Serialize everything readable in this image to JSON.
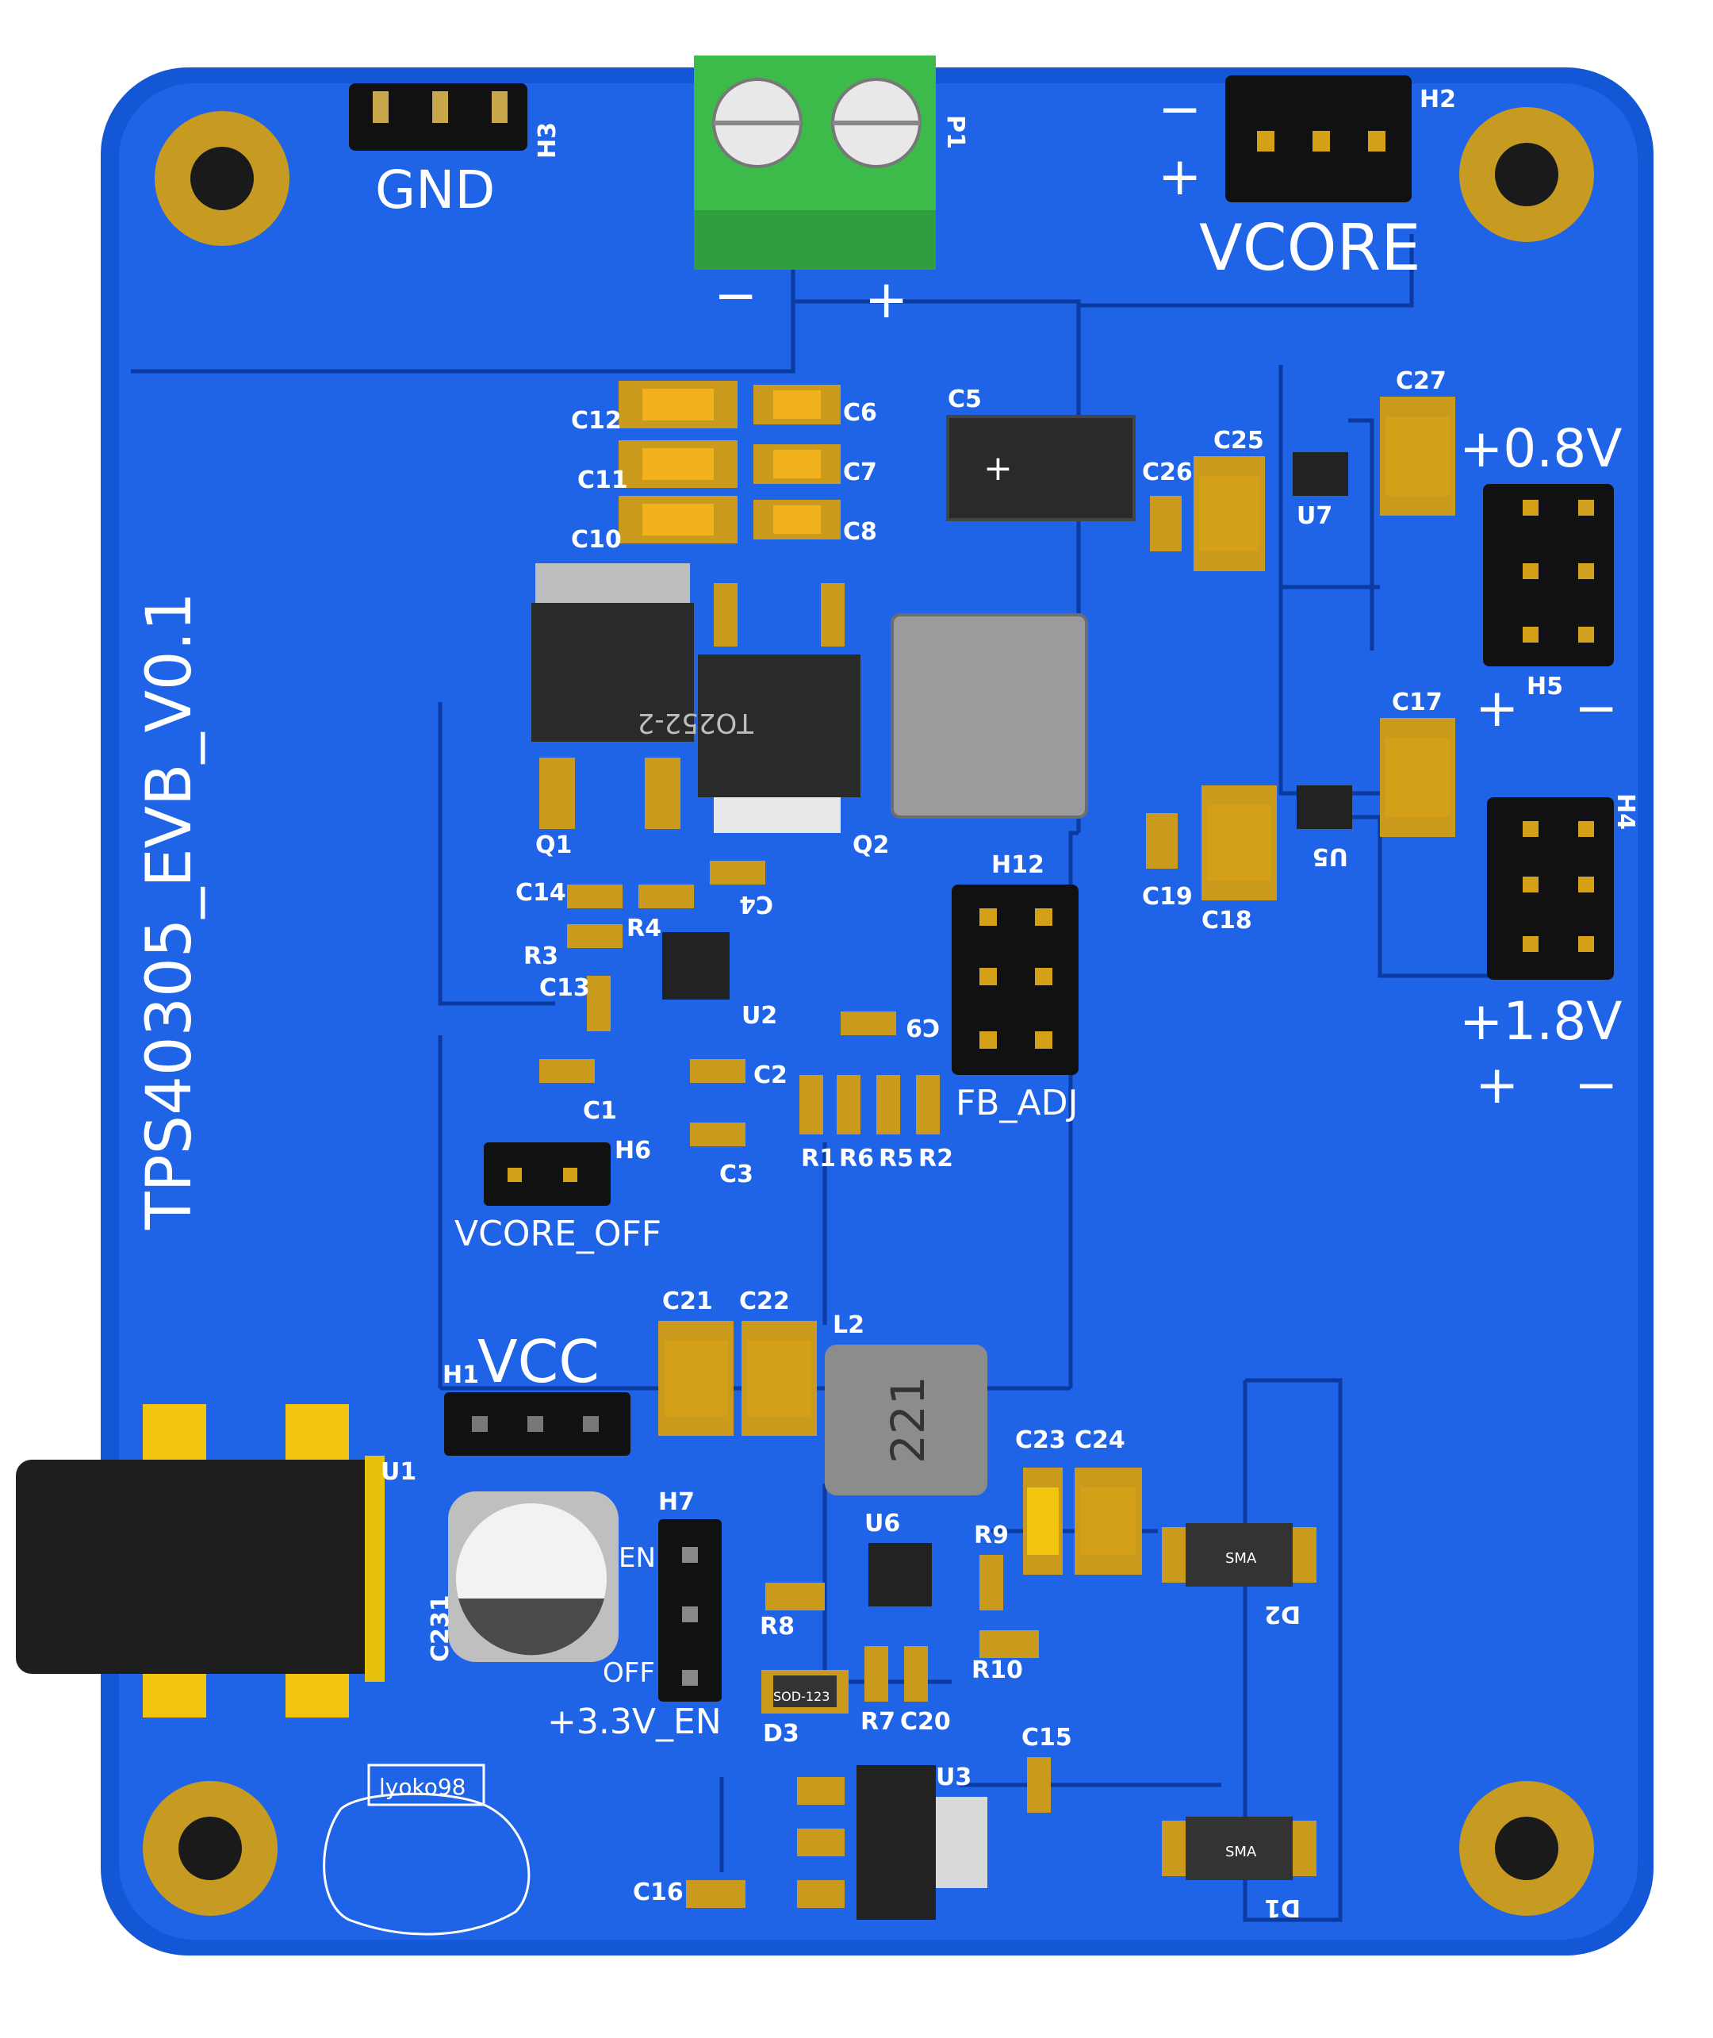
{
  "board": {
    "title": "TPS40305_EVB_V0.1",
    "colors": {
      "pcb": "#1f5fe0",
      "pcb_edge": "#0d3ca8",
      "trace": "#0b2f8a",
      "pad_gold": "#c99a1c",
      "silk": "#ffffff",
      "terminal_green": "#3dbb4a"
    }
  },
  "connectors": {
    "gnd": "GND",
    "h3": "H3",
    "p1": "P1",
    "p1_minus": "−",
    "p1_plus": "+",
    "vcore": "VCORE",
    "h2": "H2",
    "h2_minus": "−",
    "h2_plus": "+",
    "out08": "+0.8V",
    "h5": "H5",
    "h5_plus": "+",
    "h5_minus": "−",
    "out18": "+1.8V",
    "h4": "H4",
    "h4_plus": "+",
    "h4_minus": "−",
    "h12": "H12",
    "fb_adj": "FB_ADJ",
    "h6": "H6",
    "vcore_off": "VCORE_OFF",
    "vcc": "VCC",
    "h1": "H1",
    "u1": "U1",
    "h7": "H7",
    "en": "EN",
    "off": "OFF",
    "en33": "+3.3V_EN"
  },
  "parts": {
    "c12": "C12",
    "c11": "C11",
    "c10": "C10",
    "c6": "C6",
    "c7": "C7",
    "c8": "C8",
    "c5": "C5",
    "c26": "C26",
    "c25": "C25",
    "u7": "U7",
    "c27": "C27",
    "q1": "Q1",
    "q2": "Q2",
    "q2_pkg": "TO252-2",
    "c17": "C17",
    "c18": "C18",
    "c19": "C19",
    "u5": "U5",
    "c14": "C14",
    "r4": "R4",
    "r3": "R3",
    "c4": "C4",
    "c13": "C13",
    "u2": "U2",
    "c9": "C9",
    "c2": "C2",
    "c1": "C1",
    "c3": "C3",
    "r1": "R1",
    "r6": "R6",
    "r5": "R5",
    "r2": "R2",
    "c21": "C21",
    "c22": "C22",
    "l2": "L2",
    "l2_code": "221",
    "c23": "C23",
    "c24": "C24",
    "u6": "U6",
    "r9": "R9",
    "r8": "R8",
    "r10": "R10",
    "r7": "R7",
    "c20": "C20",
    "d3": "D3",
    "d3_pkg": "SOD-123",
    "d2": "D2",
    "d2_pkg": "SMA",
    "d1": "D1",
    "d1_pkg": "SMA",
    "c231": "C231",
    "c15": "C15",
    "u3": "U3",
    "c16": "C16"
  },
  "logo": {
    "text": "lyoko98"
  }
}
